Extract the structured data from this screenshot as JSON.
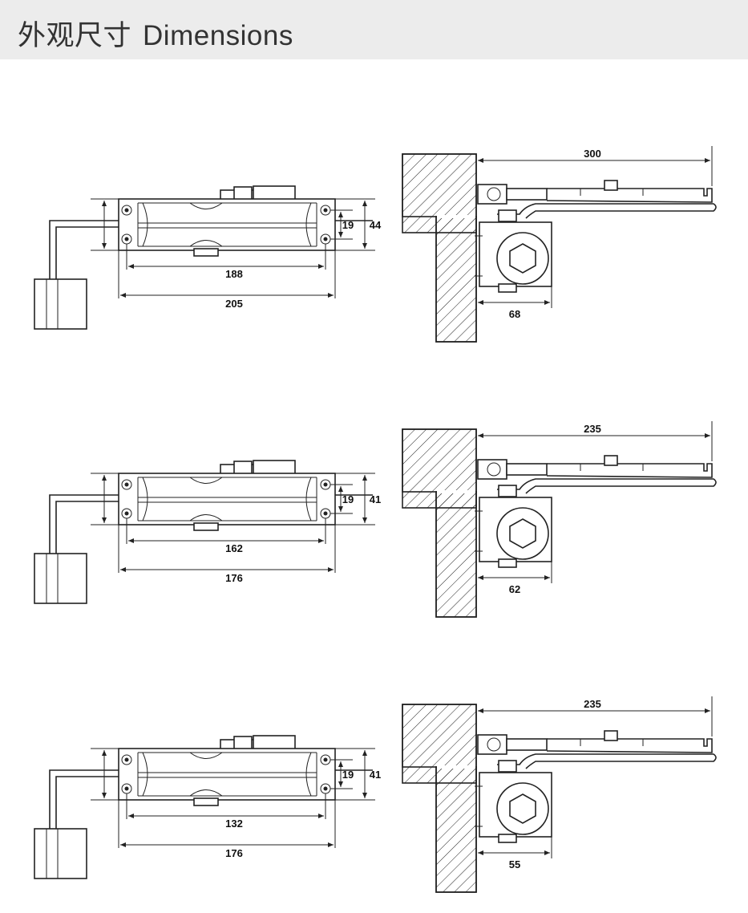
{
  "header": {
    "title_cn": "外观尺寸",
    "title_en": "Dimensions"
  },
  "rows": [
    {
      "front": {
        "inner_width": "188",
        "total_width": "205",
        "hole_spacing": "19",
        "height": "44"
      },
      "side": {
        "arm_length": "300",
        "bracket_offset": "68"
      }
    },
    {
      "front": {
        "inner_width": "162",
        "total_width": "176",
        "hole_spacing": "19",
        "height": "41"
      },
      "side": {
        "arm_length": "235",
        "bracket_offset": "62"
      }
    },
    {
      "front": {
        "inner_width": "132",
        "total_width": "176",
        "hole_spacing": "19",
        "height": "41"
      },
      "side": {
        "arm_length": "235",
        "bracket_offset": "55"
      }
    }
  ]
}
